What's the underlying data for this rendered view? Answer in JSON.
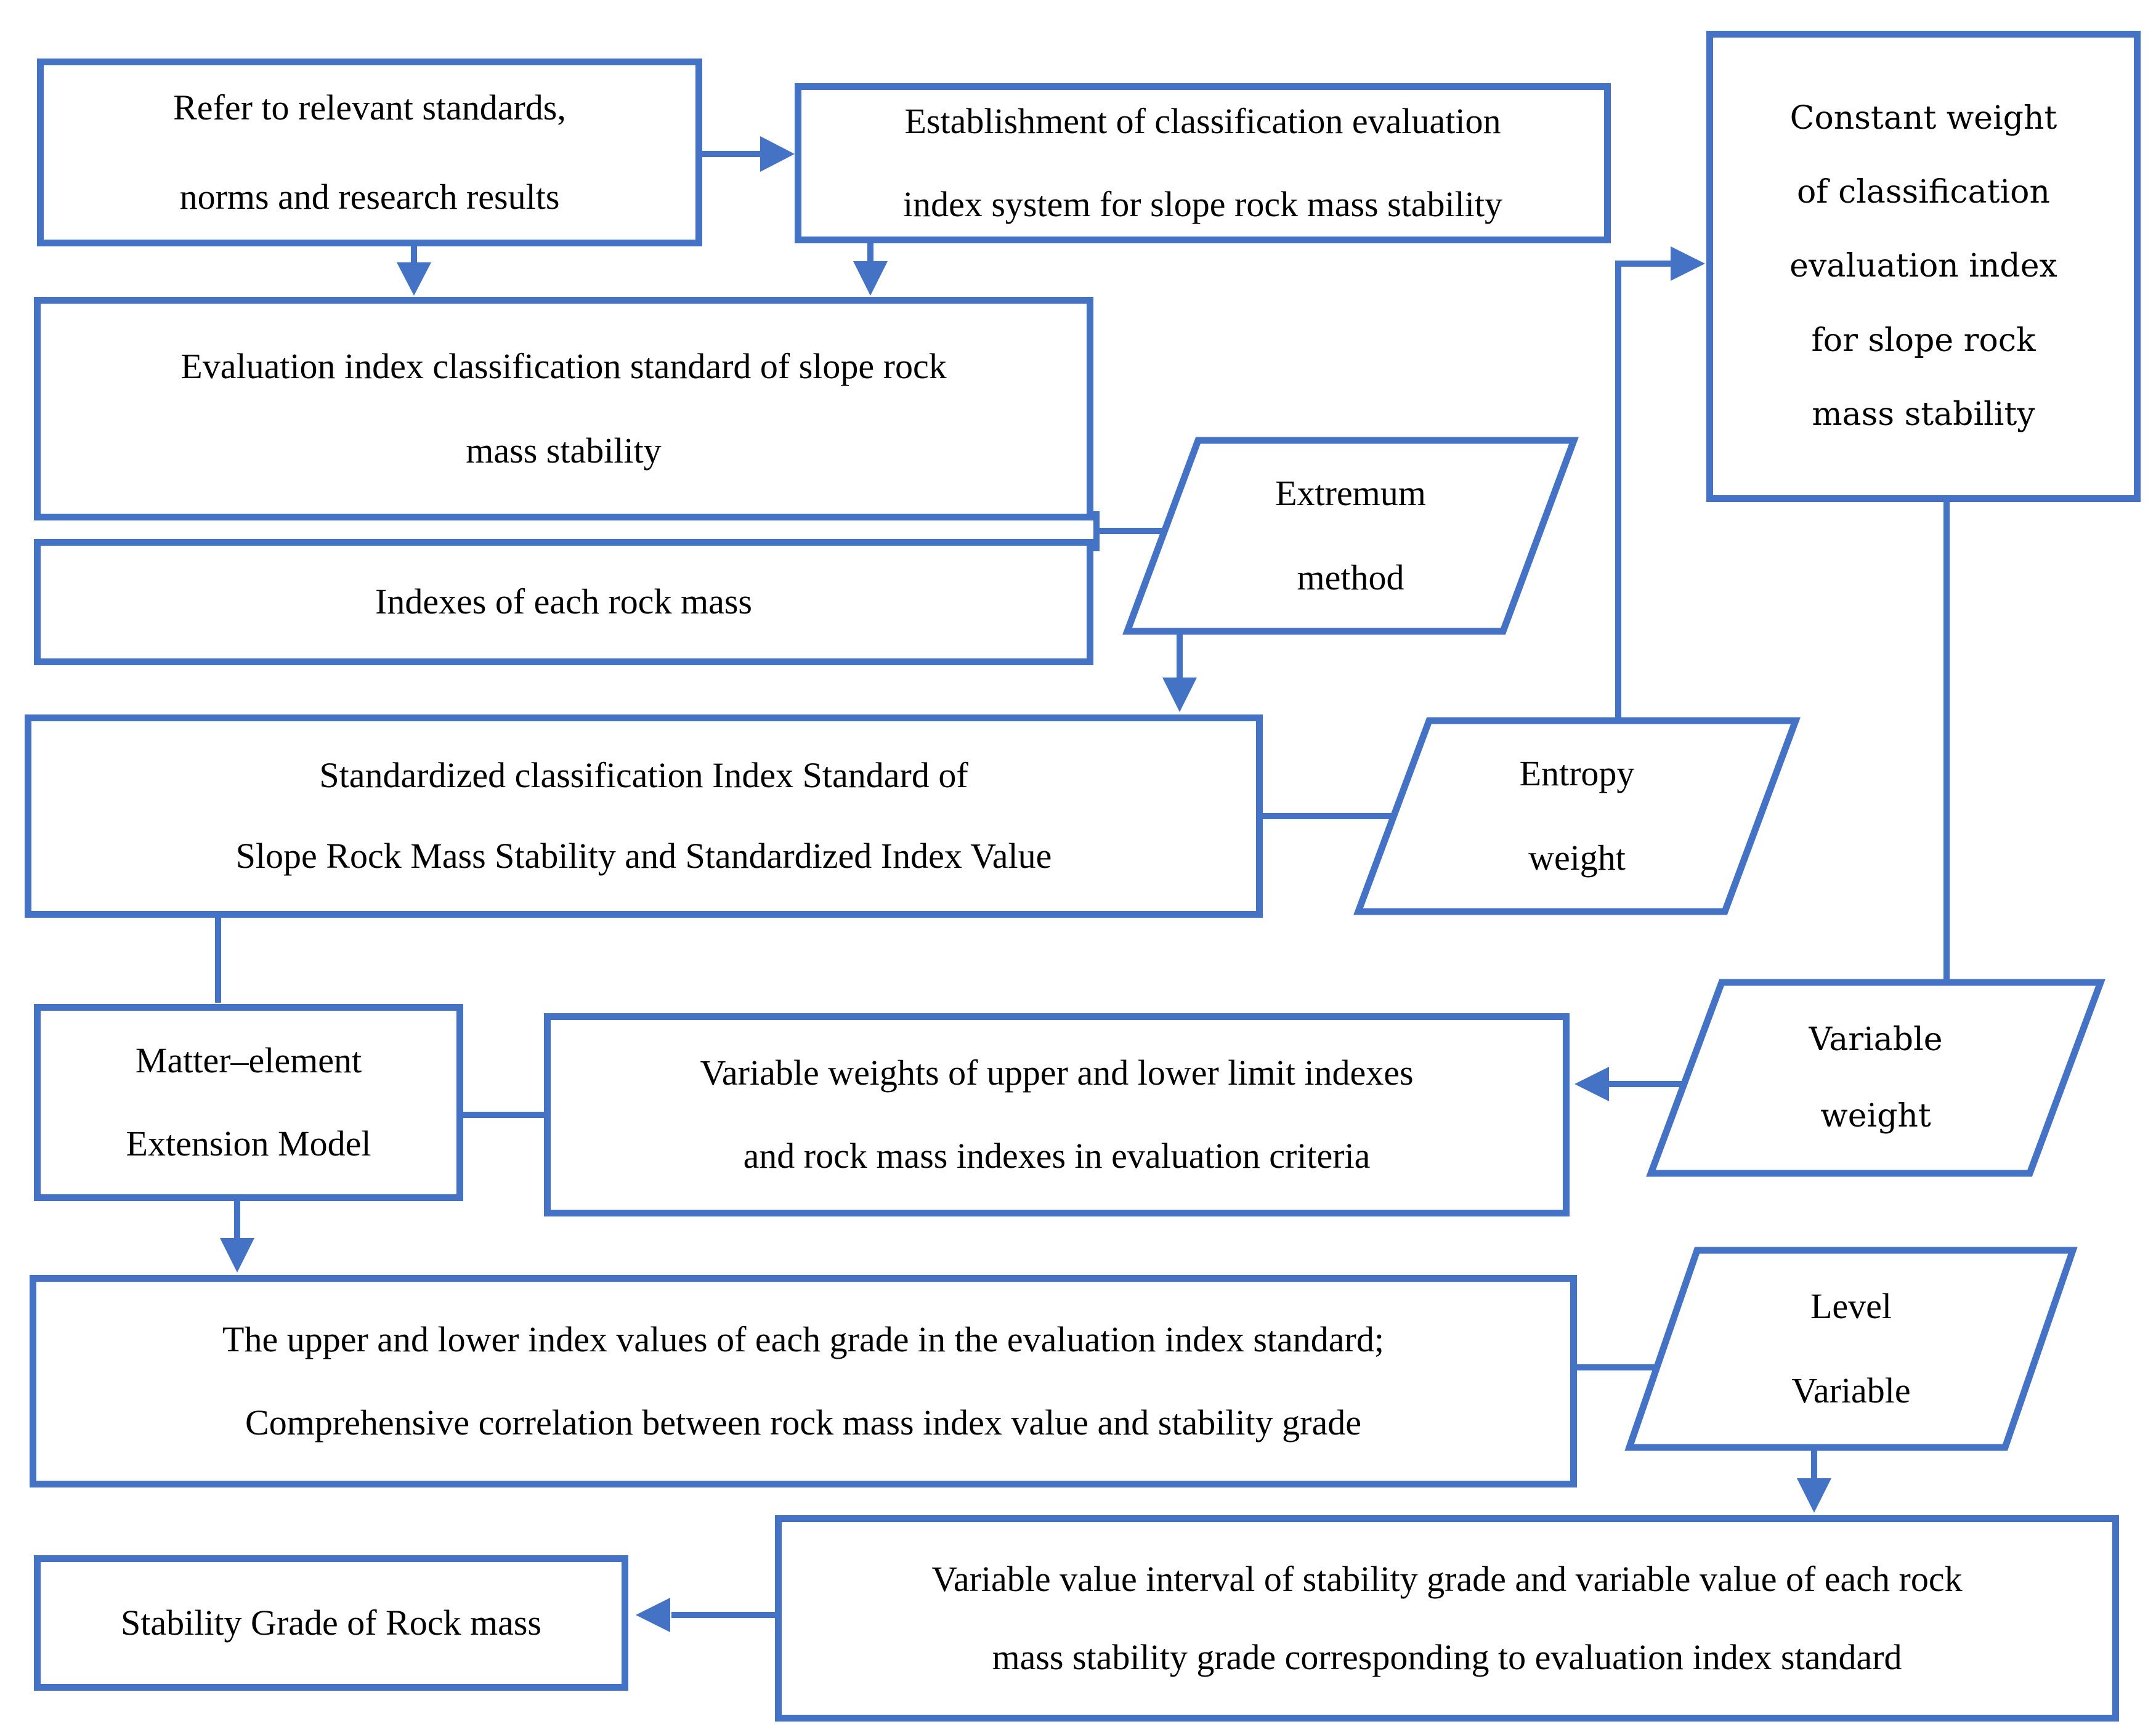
{
  "diagram": {
    "type": "flowchart",
    "colors": {
      "stroke": "#4472C4",
      "text": "#000000",
      "background": "#ffffff"
    },
    "nodes": {
      "refer_standards": {
        "shape": "rect",
        "lines": [
          "Refer to relevant standards,",
          "norms and research results"
        ]
      },
      "establish_system": {
        "shape": "rect",
        "lines": [
          "Establishment of classification evaluation",
          "index system for slope rock mass stability"
        ]
      },
      "constant_weight": {
        "shape": "rect",
        "lines": [
          "Constant weight",
          "of classification",
          "evaluation index",
          "for slope rock",
          "mass stability"
        ]
      },
      "classification_standard": {
        "shape": "rect",
        "lines": [
          "Evaluation index classification standard of slope rock",
          "mass stability"
        ]
      },
      "rock_mass_indexes": {
        "shape": "rect",
        "lines": [
          "Indexes of each rock mass"
        ]
      },
      "extremum_method": {
        "shape": "parallelogram",
        "lines": [
          "Extremum",
          "method"
        ]
      },
      "standardized_index": {
        "shape": "rect",
        "lines": [
          "Standardized classification Index Standard of",
          "Slope Rock Mass Stability and Standardized Index Value"
        ]
      },
      "entropy_weight": {
        "shape": "parallelogram",
        "lines": [
          "Entropy",
          "weight"
        ]
      },
      "matter_element": {
        "shape": "rect",
        "lines": [
          "Matter–element",
          "Extension Model"
        ]
      },
      "variable_weights_limits": {
        "shape": "rect",
        "lines": [
          "Variable weights of upper and lower limit indexes",
          "and rock mass indexes in evaluation criteria"
        ]
      },
      "variable_weight": {
        "shape": "parallelogram",
        "lines": [
          "Variable",
          "weight"
        ]
      },
      "upper_lower_values": {
        "shape": "rect",
        "lines": [
          "The upper and lower index values of each grade in the evaluation index standard;",
          "Comprehensive correlation between rock mass index value and stability grade"
        ]
      },
      "level_variable": {
        "shape": "parallelogram",
        "lines": [
          "Level",
          "Variable"
        ]
      },
      "variable_value_interval": {
        "shape": "rect",
        "lines": [
          "Variable value interval of stability grade and variable value of each rock",
          "mass stability grade corresponding to evaluation index standard"
        ]
      },
      "stability_grade": {
        "shape": "rect",
        "lines": [
          "Stability Grade of Rock mass"
        ]
      }
    },
    "edges": [
      "refer_standards -> establish_system",
      "refer_standards -> classification_standard",
      "establish_system -> classification_standard",
      "classification_standard/rock_mass_indexes -> extremum_method",
      "extremum_method -> standardized_index",
      "standardized_index -> entropy_weight",
      "entropy_weight -> constant_weight",
      "constant_weight -> variable_weight",
      "variable_weight -> variable_weights_limits",
      "standardized_index -> matter_element",
      "matter_element - variable_weights_limits",
      "matter_element -> upper_lower_values",
      "upper_lower_values -> level_variable",
      "level_variable -> variable_value_interval",
      "variable_value_interval -> stability_grade"
    ]
  }
}
